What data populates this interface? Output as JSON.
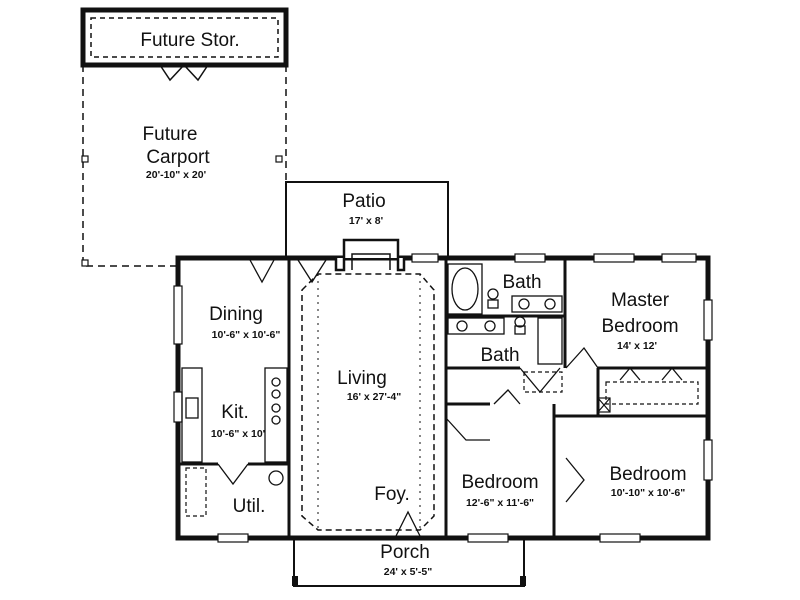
{
  "rooms": {
    "future_storage": {
      "name": "Future Stor."
    },
    "future_carport": {
      "name_line1": "Future",
      "name_line2": "Carport",
      "dimensions": "20'-10\" x 20'"
    },
    "patio": {
      "name": "Patio",
      "dimensions": "17' x 8'"
    },
    "bath_upper": {
      "name": "Bath"
    },
    "bath_lower": {
      "name": "Bath"
    },
    "master_bedroom": {
      "name_line1": "Master",
      "name_line2": "Bedroom",
      "dimensions": "14' x 12'"
    },
    "dining": {
      "name": "Dining",
      "dimensions": "10'-6\" x 10'-6\""
    },
    "living": {
      "name": "Living",
      "dimensions": "16' x 27'-4\""
    },
    "kitchen": {
      "name": "Kit.",
      "dimensions": "10'-6\" x 10'"
    },
    "utility": {
      "name": "Util."
    },
    "foyer": {
      "name": "Foy."
    },
    "bedroom_middle": {
      "name": "Bedroom",
      "dimensions": "12'-6\" x 11'-6\""
    },
    "bedroom_right": {
      "name": "Bedroom",
      "dimensions": "10'-10\" x 10'-6\""
    },
    "porch": {
      "name": "Porch",
      "dimensions": "24' x 5'-5\""
    }
  },
  "colors": {
    "line": "#111111",
    "background": "#ffffff"
  }
}
